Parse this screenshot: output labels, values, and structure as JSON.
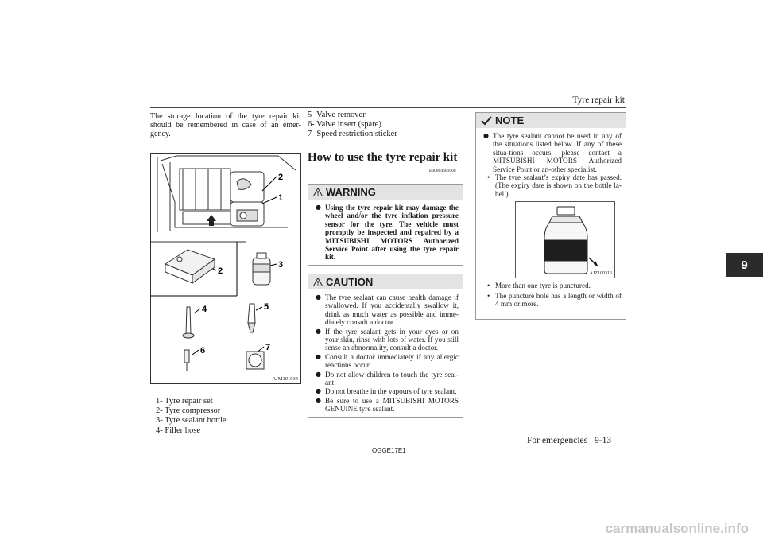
{
  "header": {
    "title": "Tyre repair kit",
    "chapter_number": "9"
  },
  "intro_text": "The storage location of the tyre repair kit should be remembered in case of an emer-gency.",
  "figure1": {
    "code": "AJM101934",
    "callouts": [
      "2",
      "1",
      "2",
      "3",
      "4",
      "5",
      "6",
      "7"
    ]
  },
  "parts_list_1": [
    "1- Tyre repair set",
    "2- Tyre compressor",
    "3- Tyre sealant bottle",
    "4- Filler hose"
  ],
  "parts_list_2": [
    "5- Valve remover",
    "6- Valve insert (spare)",
    "7- Speed restriction sticker"
  ],
  "section": {
    "heading": "How to use the tyre repair kit",
    "code": "E00804601068"
  },
  "warning": {
    "label": "WARNING",
    "items": [
      "Using the tyre repair kit may damage the wheel and/or the tyre inflation pressure sensor for the tyre. The vehicle must promptly be inspected and repaired by a MITSUBISHI MOTORS Authorized Service Point after using the tyre repair kit."
    ]
  },
  "caution": {
    "label": "CAUTION",
    "items": [
      "The tyre sealant can cause health damage if swallowed. If you accidentally swallow it, drink as much water as possible and imme-diately consult a doctor.",
      "If the tyre sealant gets in your eyes or on your skin, rinse with lots of water. If you still sense an abnormality, consult a doctor.",
      "Consult a doctor immediately if any allergic reactions occur.",
      "Do not allow children to touch the tyre seal-ant.",
      "Do not breathe in the vapours of tyre sealant.",
      "Be sure to use a MITSUBISHI MOTORS GENUINE tyre sealant."
    ]
  },
  "note": {
    "label": "NOTE",
    "intro": "The tyre sealant cannot be used in any of the situations listed below. If any of these situa-tions occurs, please contact a MITSUBISHI MOTORS Authorized Service Point or an-other specialist.",
    "sub_items_a": [
      "The tyre sealant’s expiry date has passed. (The expiry date is shown on the bottle la-bel.)"
    ],
    "figure_code": "AJZ100316",
    "sub_items_b": [
      "More than one tyre is punctured.",
      "The puncture hole has a length or width of 4 mm or more."
    ]
  },
  "footer": {
    "code": "OGGE17E1",
    "section_name": "For emergencies",
    "page": "9-13"
  },
  "watermark": "carmanualsonline.info"
}
